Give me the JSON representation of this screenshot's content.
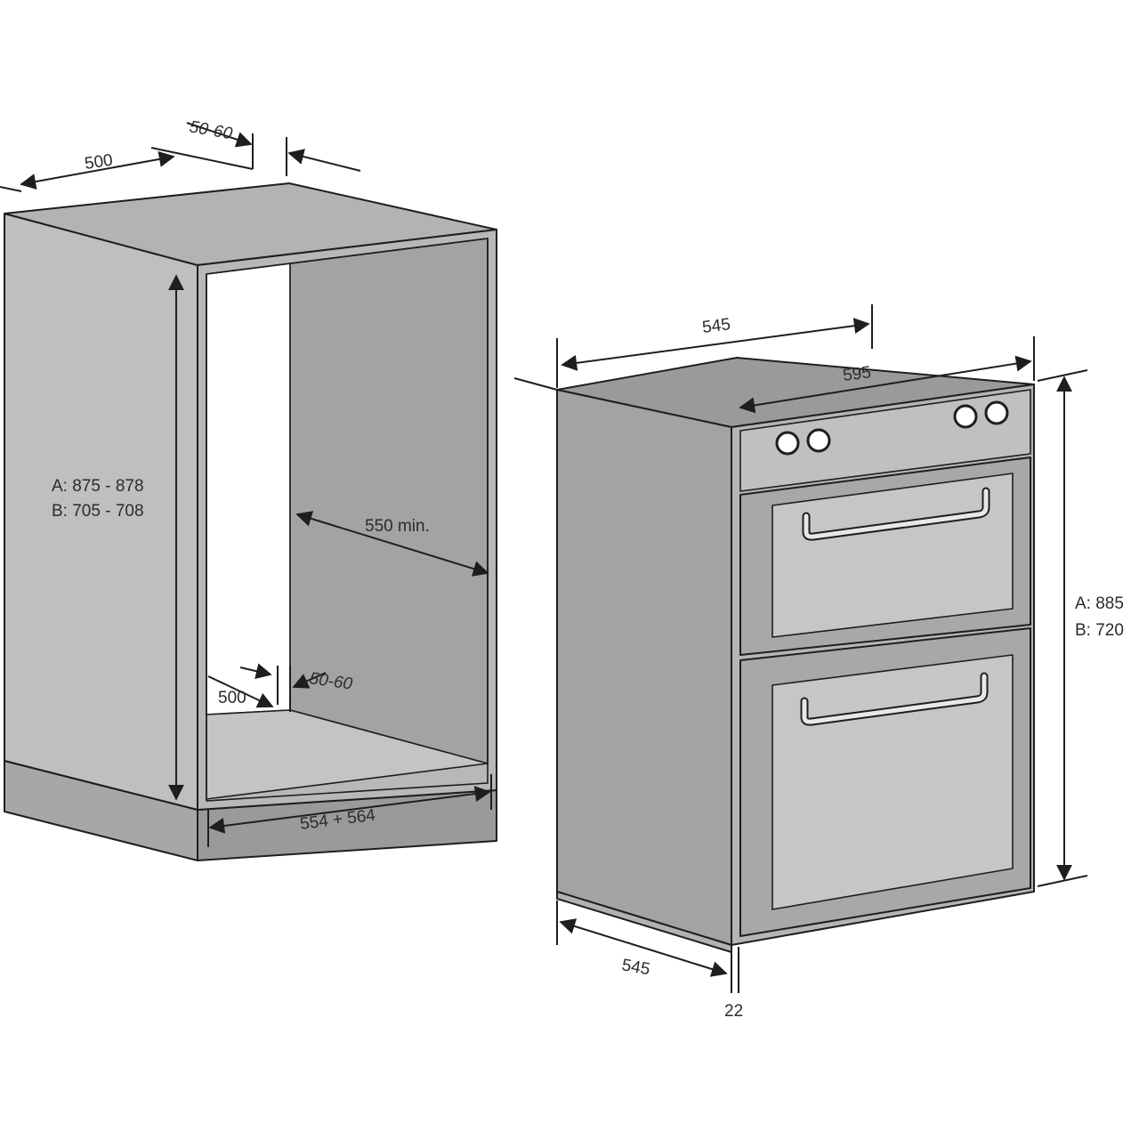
{
  "cabinet": {
    "top_depth": "500",
    "top_gap": "50-60",
    "height_a": "A: 875 - 878",
    "height_b": "B: 705 - 708",
    "inner_depth": "550 min.",
    "bottom_depth": "500",
    "bottom_gap": "50-60",
    "width": "554 + 564"
  },
  "oven": {
    "depth_top": "545",
    "width": "595",
    "height_a": "A: 885",
    "height_b": "B: 720",
    "depth_side": "545",
    "door_thickness": "22"
  },
  "colors": {
    "panel_light": "#bdbdbd",
    "panel_mid": "#a9a9a9",
    "panel_dark": "#8f8f8f",
    "panel_top": "#9a9a9a",
    "highlight": "#ffffff",
    "line": "#1e1e1e"
  }
}
